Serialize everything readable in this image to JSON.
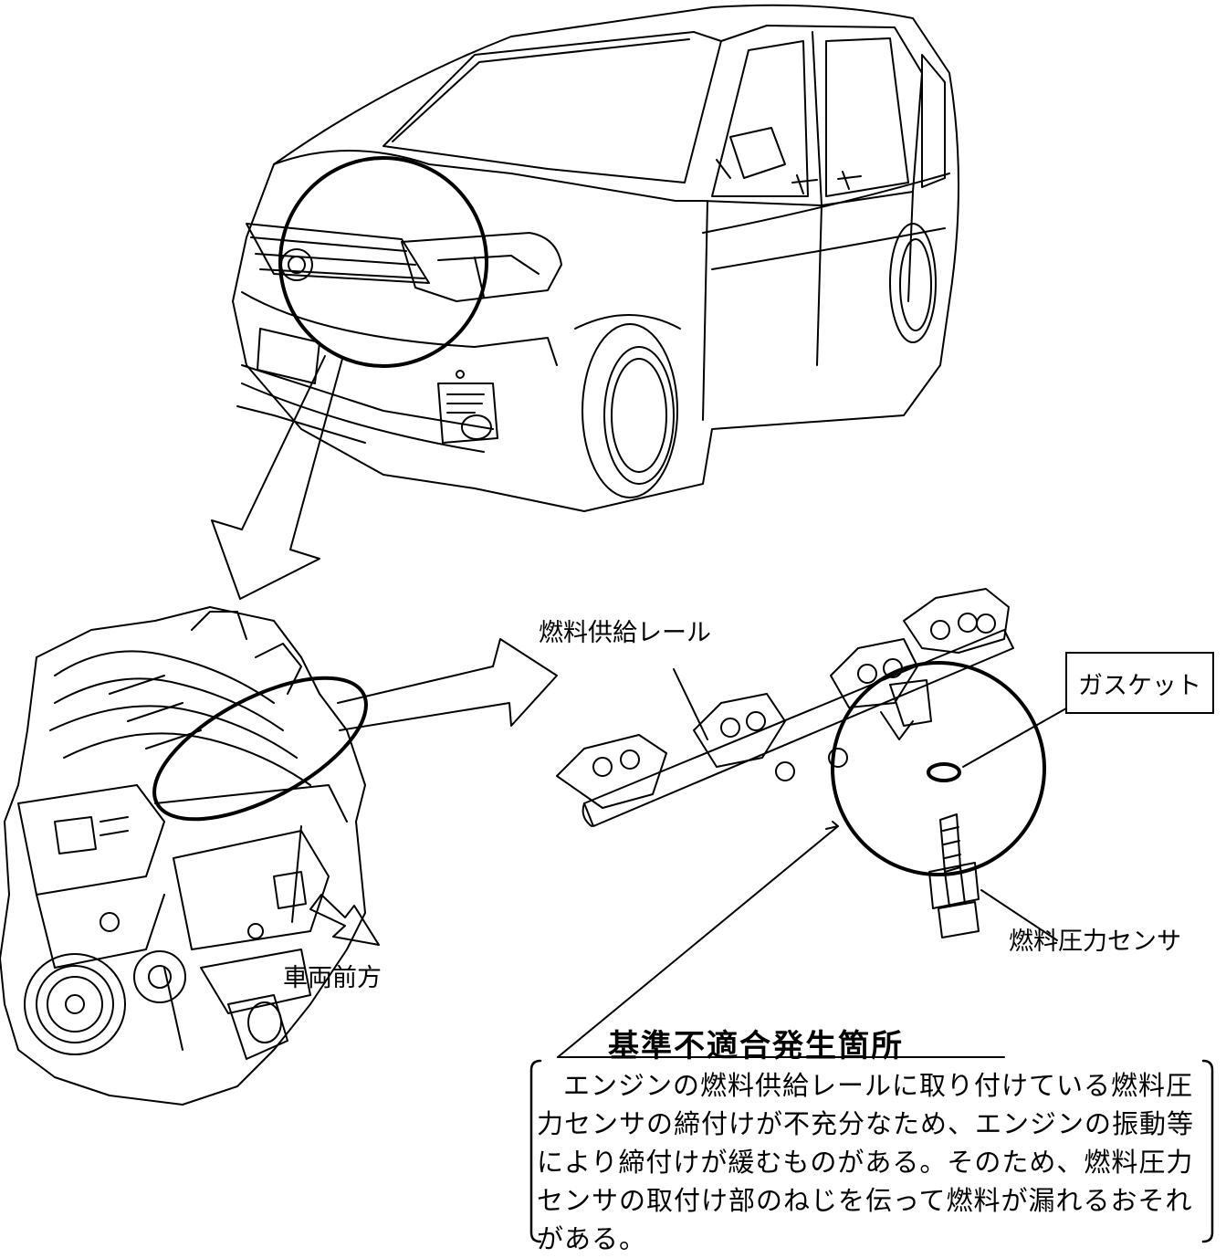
{
  "labels": {
    "fuel_rail": "燃料供給レール",
    "gasket": "ガスケット",
    "fuel_pressure_sensor": "燃料圧力センサ",
    "vehicle_front": "車両前方"
  },
  "defect": {
    "heading": "基準不適合発生箇所",
    "description": "エンジンの燃料供給レールに取り付けている燃料圧力センサの締付けが不充分なため、エンジンの振動等により締付けが緩むものがある。そのため、燃料圧力センサの取付け部のねじを伝って燃料が漏れるおそれがある。"
  }
}
